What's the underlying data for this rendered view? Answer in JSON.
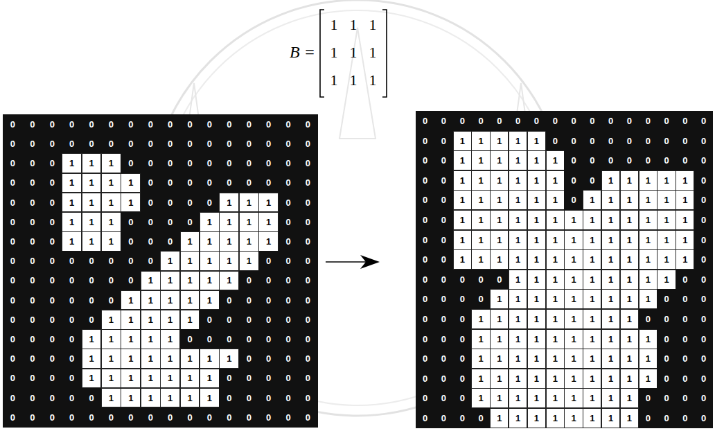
{
  "diagram": {
    "labels": [
      "B =",
      "1",
      "1",
      "1",
      "1",
      "1",
      "1",
      "1",
      "1",
      "1",
      "0",
      "0",
      "0",
      "0",
      "0",
      "0",
      "0",
      "0",
      "0",
      "0",
      "0",
      "0",
      "0",
      "0",
      "0",
      "0",
      "0",
      "0",
      "0",
      "0",
      "0",
      "0",
      "0",
      "0",
      "0",
      "0",
      "0",
      "0",
      "0",
      "0",
      "0",
      "0",
      "0",
      "0",
      "0",
      "1",
      "1",
      "1",
      "0",
      "0",
      "0",
      "0",
      "0",
      "0",
      "0",
      "0",
      "0",
      "0",
      "0",
      "0",
      "0",
      "1",
      "1",
      "1",
      "1",
      "0",
      "0",
      "0",
      "0",
      "0",
      "0",
      "0",
      "0",
      "0",
      "0",
      "0",
      "0",
      "1",
      "1",
      "1",
      "1",
      "0",
      "0",
      "0",
      "0",
      "1",
      "1",
      "1",
      "0",
      "0",
      "0",
      "0",
      "0",
      "1",
      "1",
      "1",
      "0",
      "0",
      "0",
      "0",
      "1",
      "1",
      "1",
      "1",
      "0",
      "0",
      "0",
      "0",
      "0",
      "1",
      "1",
      "1",
      "0",
      "0",
      "0",
      "1",
      "1",
      "1",
      "1",
      "1",
      "0",
      "0",
      "0",
      "0",
      "0",
      "0",
      "0",
      "0",
      "0",
      "0",
      "1",
      "1",
      "1",
      "1",
      "1",
      "0",
      "0",
      "0",
      "0",
      "0",
      "0",
      "0",
      "0",
      "0",
      "0",
      "1",
      "1",
      "1",
      "1",
      "1",
      "0",
      "0",
      "0",
      "0",
      "0",
      "0",
      "0",
      "0",
      "0",
      "0",
      "1",
      "1",
      "1",
      "1",
      "1",
      "0",
      "0",
      "0",
      "0",
      "0",
      "0",
      "0",
      "0",
      "0",
      "0",
      "1",
      "1",
      "1",
      "1",
      "1",
      "0",
      "0",
      "0",
      "0",
      "0",
      "0",
      "0",
      "0",
      "0",
      "0",
      "1",
      "1",
      "1",
      "1",
      "1",
      "0",
      "0",
      "0",
      "0",
      "0",
      "0",
      "0",
      "0",
      "0",
      "0",
      "0",
      "1",
      "1",
      "1",
      "1",
      "1",
      "1",
      "1",
      "1",
      "0",
      "0",
      "0",
      "0",
      "0",
      "0",
      "0",
      "0",
      "1",
      "1",
      "1",
      "1",
      "1",
      "1",
      "1",
      "0",
      "0",
      "0",
      "0",
      "0",
      "0",
      "0",
      "0",
      "0",
      "0",
      "1",
      "1",
      "1",
      "1",
      "1",
      "1",
      "0",
      "0",
      "0",
      "0",
      "0",
      "0",
      "0",
      "0",
      "0",
      "0",
      "0",
      "0",
      "0",
      "0",
      "0",
      "0",
      "0",
      "0",
      "0",
      "0",
      "0",
      "0",
      "0",
      "0",
      "0",
      "0",
      "0",
      "0",
      "0",
      "0",
      "0",
      "0",
      "0",
      "0",
      "0",
      "0",
      "0",
      "0",
      "0",
      "1",
      "1",
      "1",
      "1",
      "1",
      "0",
      "0",
      "0",
      "0",
      "0",
      "0",
      "0",
      "0",
      "0",
      "0",
      "0",
      "1",
      "1",
      "1",
      "1",
      "1",
      "1",
      "0",
      "0",
      "0",
      "0",
      "0",
      "0",
      "0",
      "0",
      "0",
      "0",
      "1",
      "1",
      "1",
      "1",
      "1",
      "1",
      "0",
      "0",
      "1",
      "1",
      "1",
      "1",
      "1",
      "0",
      "0",
      "0",
      "1",
      "1",
      "1",
      "1",
      "1",
      "1",
      "0",
      "1",
      "1",
      "1",
      "1",
      "1",
      "1",
      "0",
      "0",
      "0",
      "1",
      "1",
      "1",
      "1",
      "1",
      "1",
      "1",
      "1",
      "1",
      "1",
      "1",
      "1",
      "1",
      "0",
      "0",
      "0",
      "1",
      "1",
      "1",
      "1",
      "1",
      "1",
      "1",
      "1",
      "1",
      "1",
      "1",
      "1",
      "1",
      "0",
      "0",
      "0",
      "1",
      "1",
      "1",
      "1",
      "1",
      "1",
      "1",
      "1",
      "1",
      "1",
      "1",
      "1",
      "1",
      "0",
      "0",
      "0",
      "0",
      "0",
      "0",
      "1",
      "1",
      "1",
      "1",
      "1",
      "1",
      "1",
      "1",
      "1",
      "0",
      "0",
      "0",
      "0",
      "0",
      "0",
      "1",
      "1",
      "1",
      "1",
      "1",
      "1",
      "1",
      "1",
      "1",
      "0",
      "0",
      "0",
      "0",
      "0",
      "0",
      "1",
      "1",
      "1",
      "1",
      "1",
      "1",
      "1",
      "1",
      "1",
      "0",
      "0",
      "0",
      "0",
      "0",
      "0",
      "0",
      "1",
      "1",
      "1",
      "1",
      "1",
      "1",
      "1",
      "1",
      "1",
      "1",
      "0",
      "0",
      "0",
      "0",
      "0",
      "0",
      "1",
      "1",
      "1",
      "1",
      "1",
      "1",
      "1",
      "1",
      "1",
      "1",
      "0",
      "0",
      "0",
      "0",
      "0",
      "0",
      "1",
      "1",
      "1",
      "1",
      "1",
      "1",
      "1",
      "1",
      "1",
      "1",
      "0",
      "0",
      "0",
      "0",
      "0",
      "0",
      "1",
      "1",
      "1",
      "1",
      "1",
      "1",
      "1",
      "1",
      "1",
      "0",
      "0",
      "0",
      "0",
      "0",
      "0",
      "0",
      "0",
      "1",
      "1",
      "1",
      "1",
      "1",
      "1",
      "1",
      "1",
      "0",
      "0",
      "0",
      "0"
    ]
  }
}
